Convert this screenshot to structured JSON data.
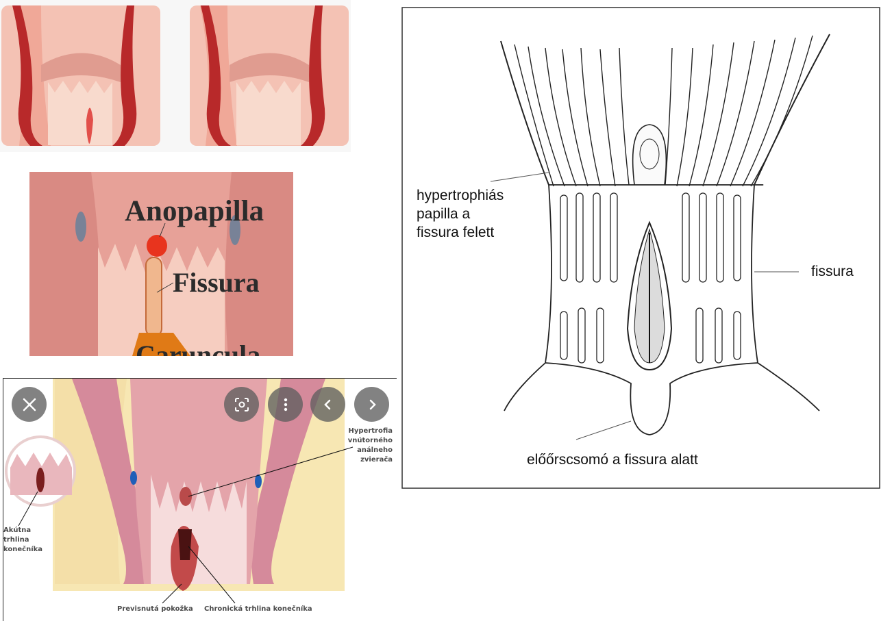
{
  "figure2": {
    "label_top": "Anopapilla",
    "label_middle": "Fissura",
    "label_bottom": "Caruncula"
  },
  "figure3": {
    "label_right": [
      "Hypertrofia",
      "vnútorného",
      "análneho",
      "zvierača"
    ],
    "label_left": [
      "Akútna",
      "trhlina",
      "konečníka"
    ],
    "label_bottom_left": "Previsnutá pokožka",
    "label_bottom_right": "Chronická trhlina konečníka"
  },
  "viewer_controls": {
    "close_icon": "close-icon",
    "lens_icon": "lens-icon",
    "more_icon": "more-vert-icon",
    "prev_icon": "chevron-left-icon",
    "next_icon": "chevron-right-icon"
  },
  "figure4": {
    "label_papilla": [
      "hypertrophiás",
      "papilla a",
      "fissura felett"
    ],
    "label_fissura": "fissura",
    "label_bottom": "előőrscsomó a fissura alatt"
  }
}
